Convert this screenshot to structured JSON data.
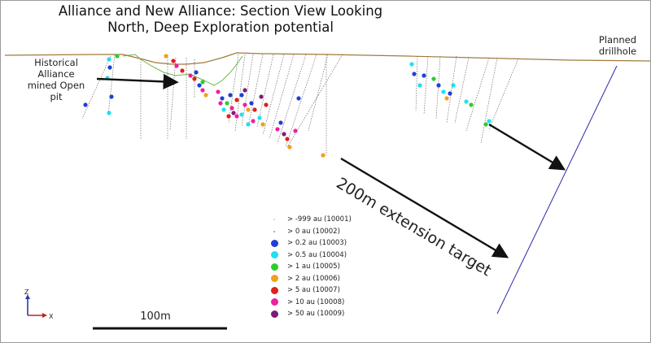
{
  "title": {
    "line1": "Alliance and New Alliance: Section View Looking",
    "line2": "North, Deep Exploration potential"
  },
  "annotations": {
    "historical_line1": "Historical",
    "historical_line2": "Alliance",
    "historical_line3": "mined Open",
    "historical_line4": "pit",
    "planned_line1": "Planned",
    "planned_line2": "drillhole",
    "extension_target": "200m extension target"
  },
  "scale_bar": {
    "label": "100m"
  },
  "axes": {
    "z_label": "Z",
    "x_label": "X"
  },
  "colors": {
    "topography": "#a07a3c",
    "pit_outline": "#6ab84a",
    "drillhole": "#555555",
    "planned_drillhole": "#2a2aa8",
    "arrow": "#111111"
  },
  "legend": [
    {
      "label": "> -999 au (10001)",
      "color": "#c8c8c8",
      "size": 2
    },
    {
      "label": "> 0 au (10002)",
      "color": "#9a9a9a",
      "size": 2
    },
    {
      "label": "> 0.2 au (10003)",
      "color": "#1f3fd6",
      "size": 9
    },
    {
      "label": "> 0.5 au (10004)",
      "color": "#1ee0f0",
      "size": 9
    },
    {
      "label": "> 1 au (10005)",
      "color": "#2ecc2e",
      "size": 9
    },
    {
      "label": "> 2 au (10006)",
      "color": "#f0a01e",
      "size": 9
    },
    {
      "label": "> 5 au (10007)",
      "color": "#e01e1e",
      "size": 9
    },
    {
      "label": "> 10 au (10008)",
      "color": "#f01ea0",
      "size": 9
    },
    {
      "label": "> 50 au (10009)",
      "color": "#7a1e7a",
      "size": 9
    }
  ]
}
